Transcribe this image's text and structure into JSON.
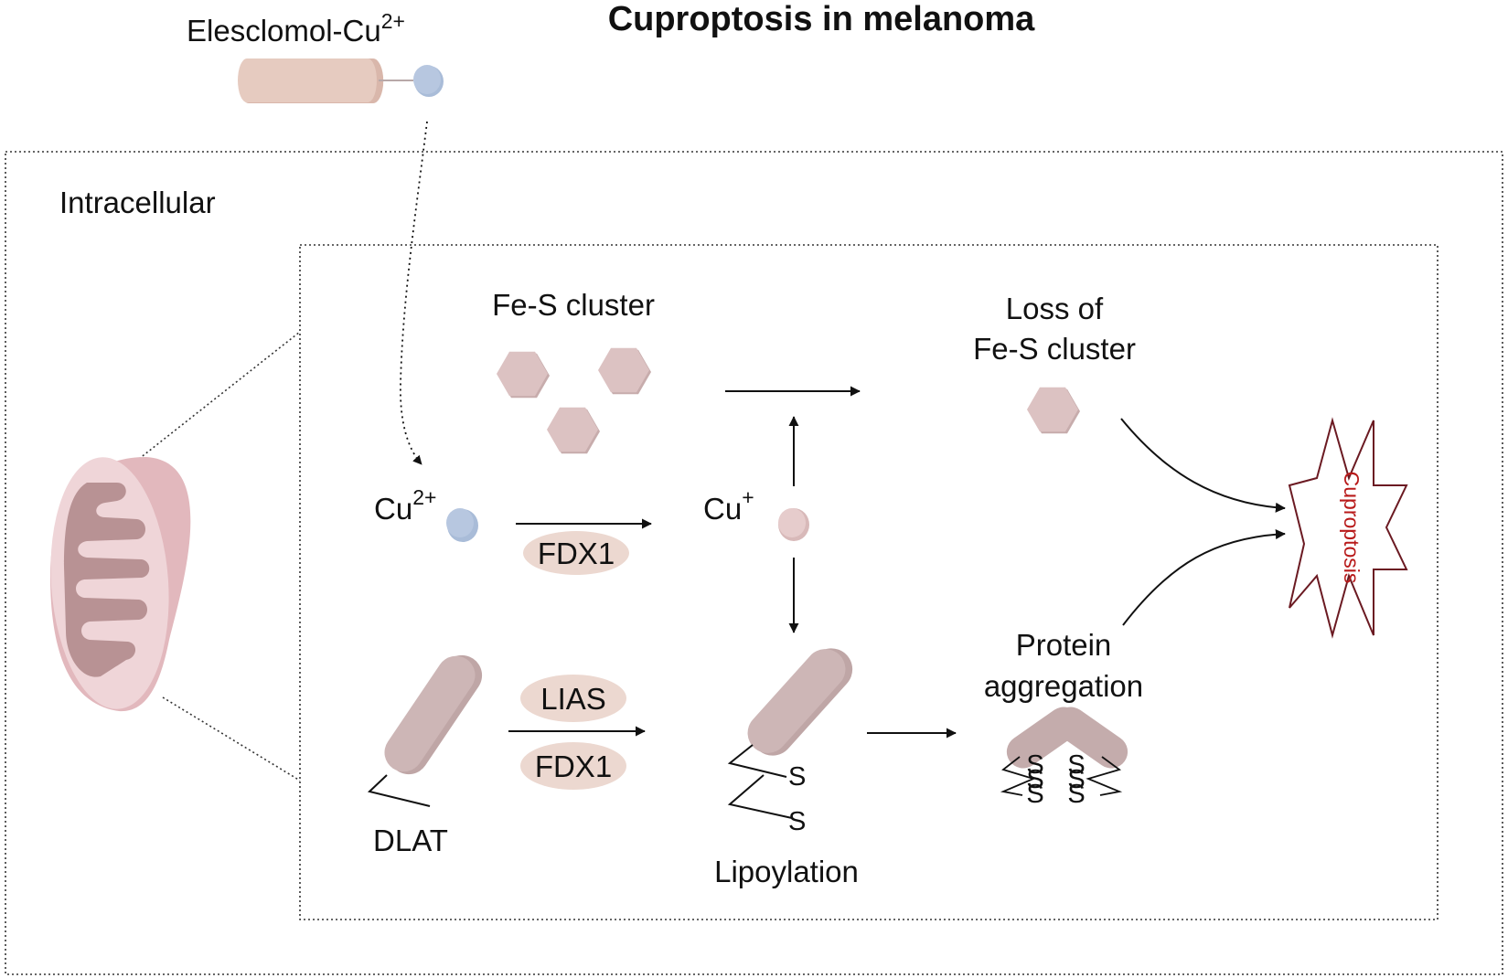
{
  "title": "Cuproptosis in melanoma",
  "drug": {
    "label": "Elesclomol-Cu",
    "charge": "2+"
  },
  "compartment": {
    "label": "Intracellular"
  },
  "fes_cluster": {
    "label": "Fe-S cluster"
  },
  "loss_fes": {
    "line1": "Loss of",
    "line2": "Fe-S cluster"
  },
  "cu2": {
    "label": "Cu",
    "charge": "2+"
  },
  "cu1": {
    "label": "Cu",
    "charge": "+"
  },
  "enzymes": {
    "fdx1_top": "FDX1",
    "lias": "LIAS",
    "fdx1_bottom": "FDX1"
  },
  "dlat": {
    "label": "DLAT"
  },
  "lipoylation": {
    "label": "Lipoylation",
    "sulfur_1": "S",
    "sulfur_2": "S"
  },
  "aggregation": {
    "line1": "Protein",
    "line2": "aggregation",
    "sulfurs": [
      "S",
      "S",
      "S",
      "S",
      "S",
      "S"
    ]
  },
  "outcome": {
    "label": "Cuproptosis"
  },
  "colors": {
    "cu2_ion": "#b7c7e0",
    "cu1_ion": "#e6cccc",
    "hexagon": "#dcc2c2",
    "enzyme_oval": "#ecd8d0",
    "protein": "#cdb6b6",
    "drug_body": "#e6cbc0",
    "mito_outer": "#efd5d8",
    "mito_inner": "#b89294",
    "star_stroke": "#6b1a22",
    "outcome_text": "#b81a1a"
  },
  "icons": {
    "drug": "drug-capsule-icon",
    "mitochondrion": "mitochondrion-icon",
    "hexagon": "fe-s-hexagon-icon",
    "protein": "dlat-protein-icon",
    "star": "burst-star-icon"
  }
}
